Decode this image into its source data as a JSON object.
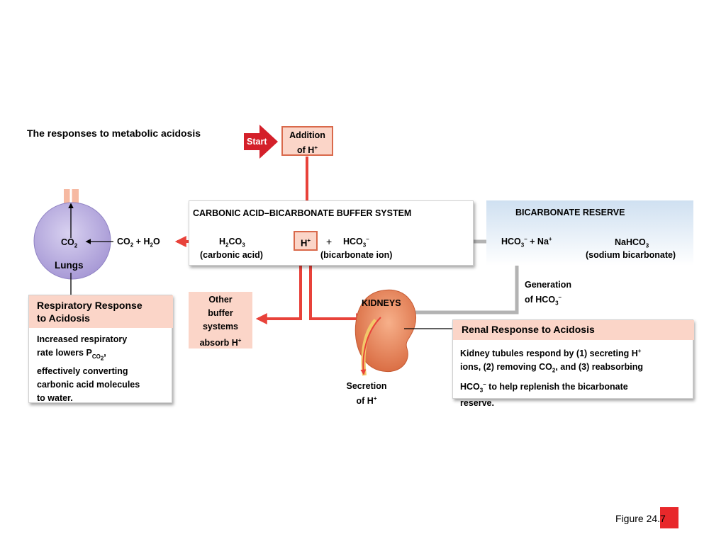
{
  "title": "The responses to metabolic acidosis",
  "start_label": "Start",
  "addition": {
    "line1": "Addition",
    "line2": "of H",
    "sup": "+"
  },
  "buffer_system": {
    "title": "CARBONIC ACID–BICARBONATE BUFFER SYSTEM",
    "h_plus": "H",
    "h_plus_sup": "+",
    "plus_sign": "+",
    "hco3_main": "HCO",
    "hco3_sub": "3",
    "hco3_sup": "–",
    "h2co3_h": "H",
    "h2co3_2": "2",
    "h2co3_co": "CO",
    "h2co3_3": "3",
    "carbonic_acid": "(carbonic acid)",
    "bicarbonate_ion": "(bicarbonate ion)"
  },
  "reserve": {
    "title": "BICARBONATE RESERVE",
    "hco3_na_a": "HCO",
    "hco3_na_sub": "3",
    "hco3_na_sup": "–",
    "hco3_na_b": " + Na",
    "hco3_na_sup2": "+",
    "nahco3_a": "NaHCO",
    "nahco3_sub": "3",
    "sodium_bicarbonate": "(sodium bicarbonate)"
  },
  "co2_h2o": {
    "a": "CO",
    "sub1": "2",
    "b": " + H",
    "sub2": "2",
    "c": "O"
  },
  "lungs": {
    "co2": "CO",
    "co2_sub": "2",
    "label": "Lungs"
  },
  "other_buffer": {
    "l1": "Other",
    "l2": "buffer",
    "l3": "systems",
    "l4": "absorb H",
    "sup": "+"
  },
  "kidneys_label": "KIDNEYS",
  "generation": {
    "l1": "Generation",
    "l2a": "of HCO",
    "l2sub": "3",
    "l2sup": "–"
  },
  "secretion": {
    "l1": "Secretion",
    "l2": "of H",
    "sup": "+"
  },
  "respiratory": {
    "heading_l1": "Respiratory Response",
    "heading_l2": "to Acidosis",
    "b1": "Increased respiratory",
    "b2a": "rate lowers P",
    "b2sub": "CO",
    "b2subsub": "2",
    "b2b": ",",
    "b3": "effectively converting",
    "b4": "carbonic acid molecules",
    "b5": "to water."
  },
  "renal": {
    "heading": "Renal Response to Acidosis",
    "b1a": "Kidney tubules respond by (1) secreting H",
    "b1sup": "+",
    "b2a": "ions, (2) removing CO",
    "b2sub": "2",
    "b2b": ", and (3) reabsorbing",
    "b3a": "HCO",
    "b3sub": "3",
    "b3sup": "–",
    "b3b": " to help replenish the bicarbonate",
    "b4": "reserve."
  },
  "figure_label": "Figure 24.7",
  "colors": {
    "arrow_red": "#e8423a",
    "start_red": "#d4202a",
    "arrow_gray": "#b3b3b3",
    "peach": "#fbd5c8",
    "lung_fill": "#bdb3e3",
    "kidney": "#e9875c",
    "reserve_blue": "#cfe0f1"
  }
}
